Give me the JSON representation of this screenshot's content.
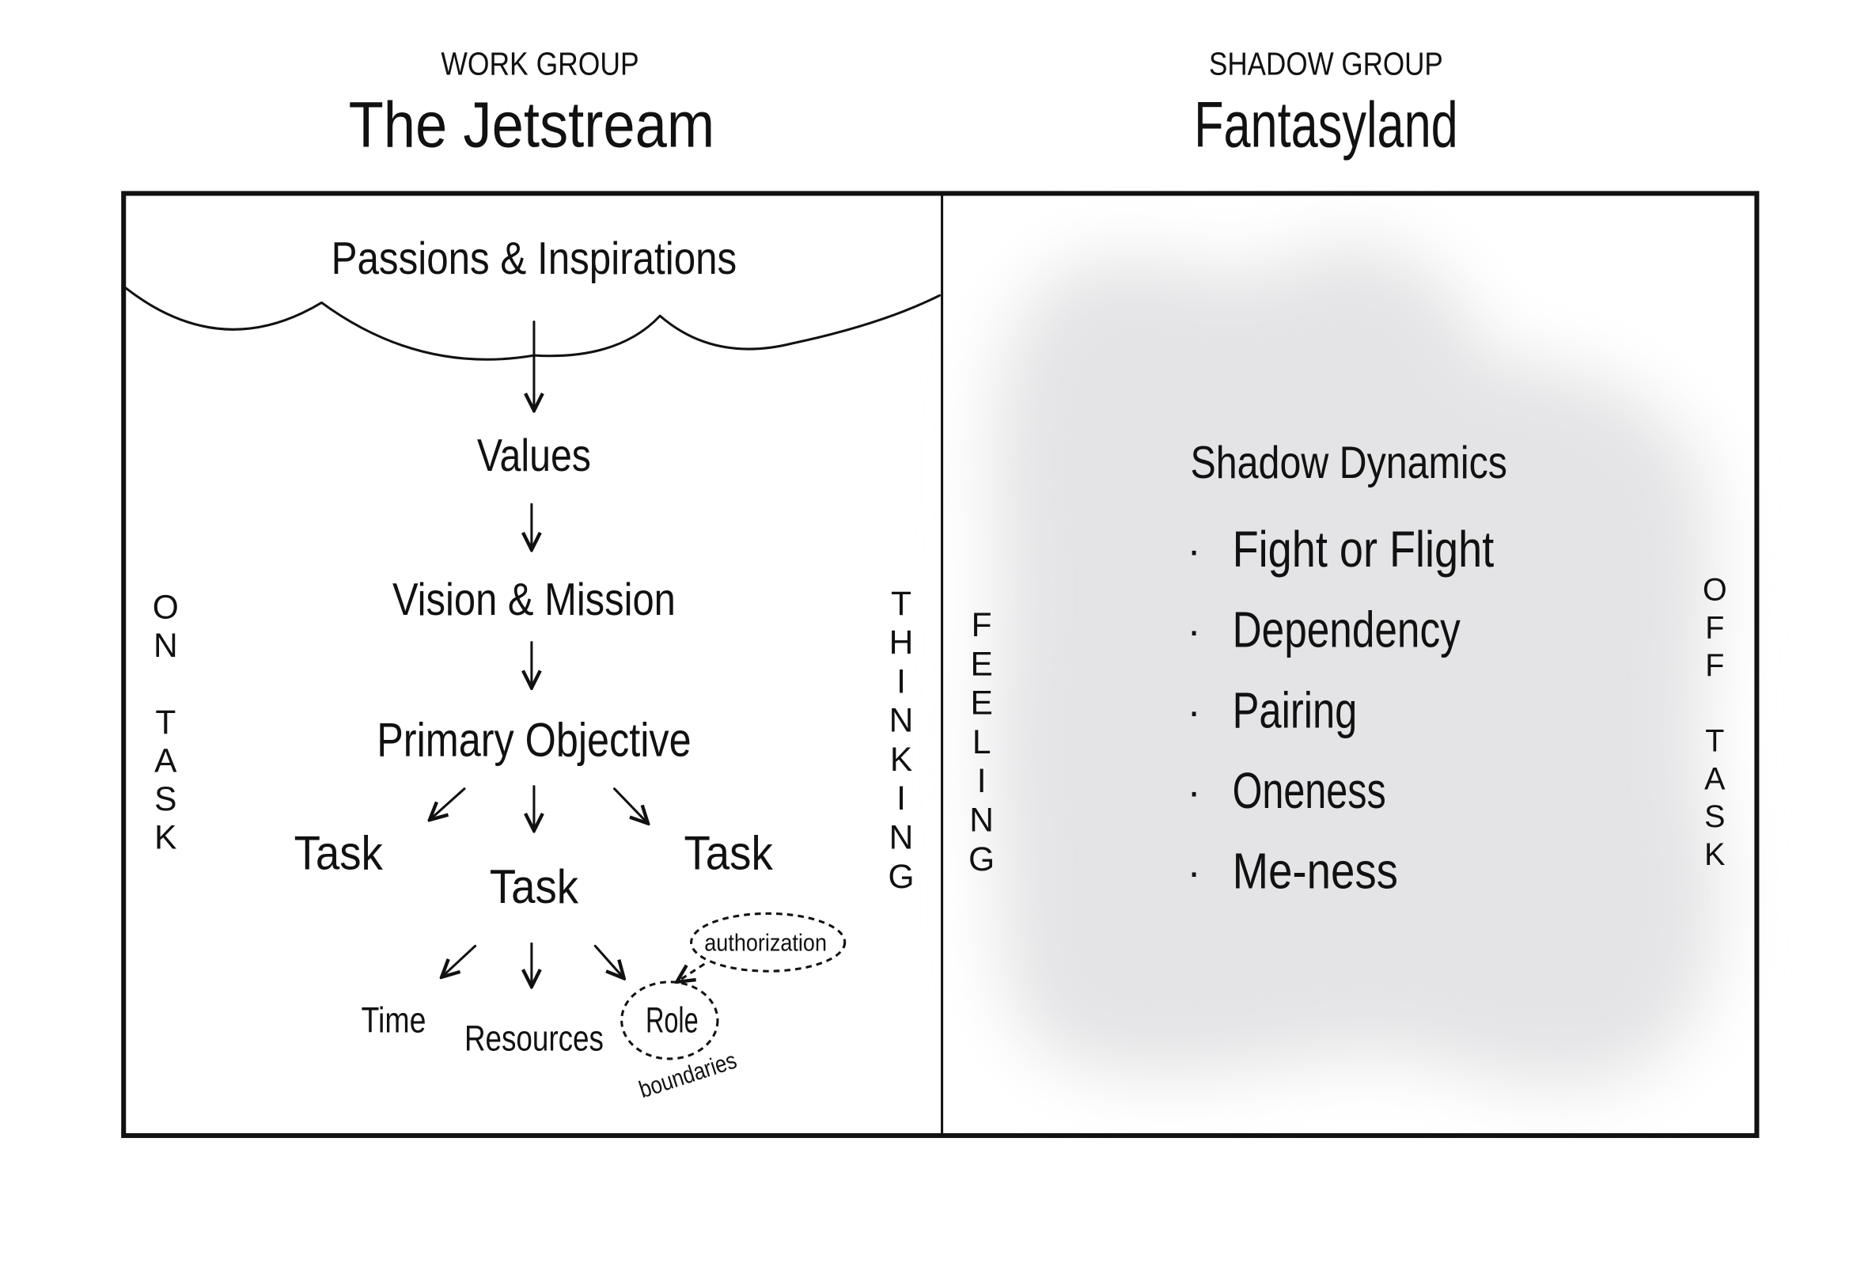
{
  "left_panel": {
    "subtitle": "WORK GROUP",
    "title": "The Jetstream",
    "cloud_label": "Passions & Inspirations",
    "flow": [
      "Values",
      "Vision & Mission",
      "Primary Objective"
    ],
    "tasks": [
      "Task",
      "Task",
      "Task"
    ],
    "task_details": [
      "Time",
      "Resources",
      "Role"
    ],
    "authorization": "authorization",
    "boundaries": "boundaries",
    "side_left": "ON TASK",
    "side_right": "THINKING"
  },
  "right_panel": {
    "subtitle": "SHADOW GROUP",
    "title": "Fantasyland",
    "heading": "Shadow Dynamics",
    "items": [
      "Fight or Flight",
      "Dependency",
      "Pairing",
      "Oneness",
      "Me-ness"
    ],
    "bullet": "·",
    "side_left": "FEELING",
    "side_right": "OFF TASK",
    "blob_color": "#e4e4e6"
  }
}
